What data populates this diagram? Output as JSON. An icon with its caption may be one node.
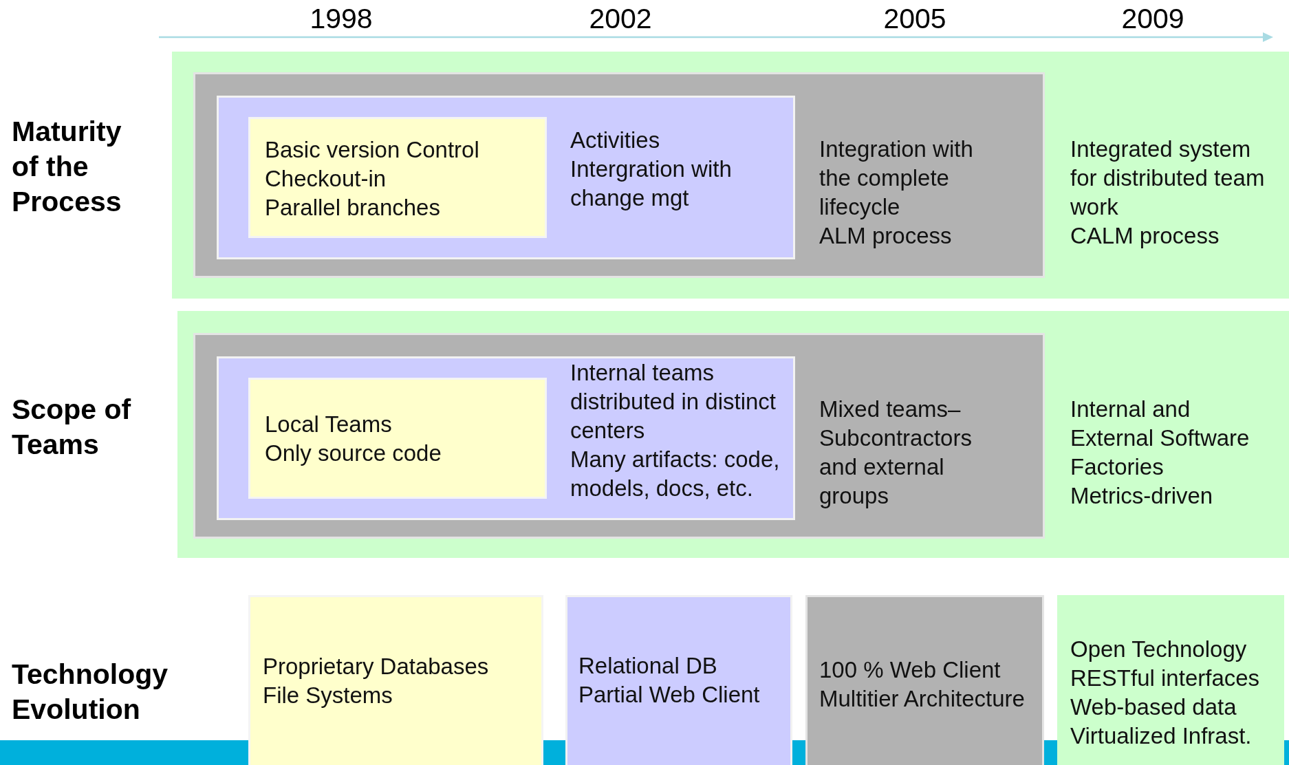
{
  "diagram": {
    "nodes": [
      {
        "text": [
          "Maturity of the Process",
          "Integrated system for distributed team work",
          "CALM process"
        ]
      },
      {
        "text": [
          "Integration with the complete lifecycle",
          "ALM process"
        ],
        "in": 0
      },
      {
        "text": [
          "Activities",
          "Intergration with change mgt"
        ],
        "in": 1
      },
      {
        "text": [
          "Basic version Control",
          "Checkout-in",
          "Parallel branches"
        ],
        "in": 2
      },
      {
        "text": [
          "Scope of Teams",
          "Internal and External Software Factories",
          "Metrics-driven"
        ]
      },
      {
        "text": [
          "Mixed teams– Subcontractors and external groups"
        ],
        "in": 4
      },
      {
        "text": [
          "Internal teams distributed in distinct centers",
          "Many artifacts: code, models, docs, etc."
        ],
        "in": 5
      },
      {
        "text": [
          "Local Teams",
          "Only source code"
        ],
        "in": 6
      },
      {
        "text": [
          "Proprietary Databases",
          "File Systems"
        ]
      },
      {
        "text": [
          "Relational DB",
          "Partial Web Client"
        ]
      },
      {
        "text": [
          "100 % Web Client",
          "Multitier Architecture"
        ]
      },
      {
        "text": [
          "Open Technology",
          "RESTful interfaces",
          "Web-based data",
          "Virtualized Infrast."
        ]
      }
    ],
    "labels": [
      "1998",
      "2002",
      "2005",
      "2009",
      "Technology Evolution"
    ]
  }
}
